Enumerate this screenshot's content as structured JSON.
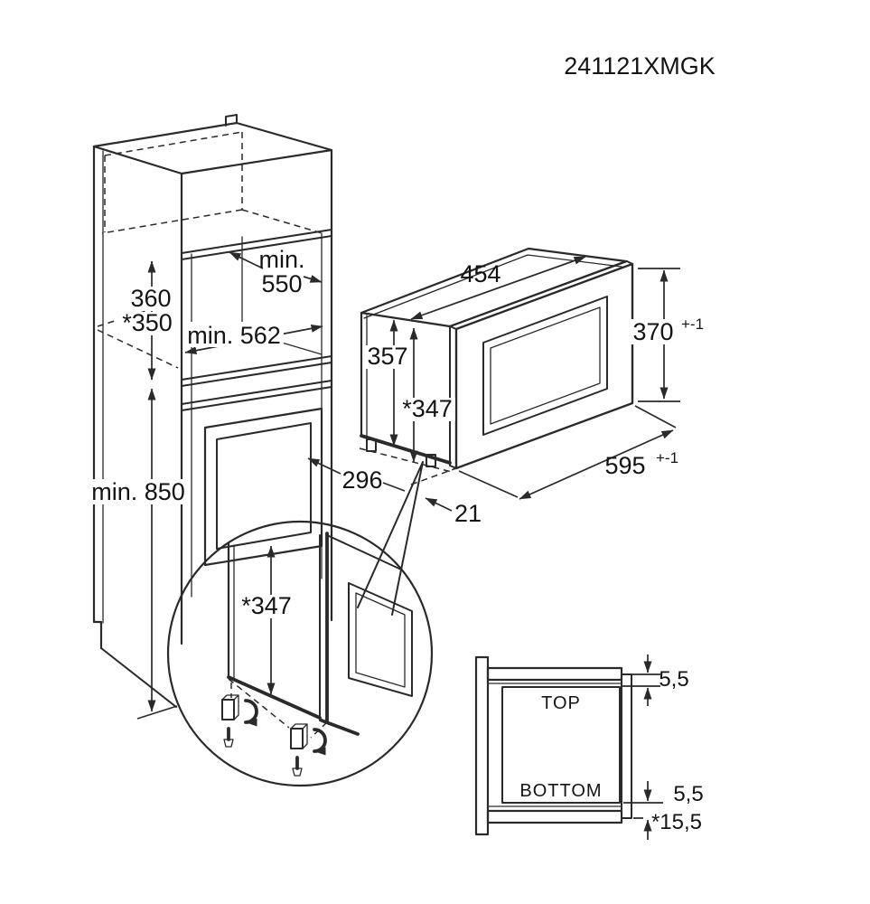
{
  "title": "241121XMGK",
  "cabinet": {
    "niche_width_label": "min.",
    "niche_width_value": "550",
    "niche_depth": "min. 562",
    "niche_height": "360",
    "niche_height_adjusted": "*350",
    "floor_clearance": "min. 850",
    "rear_depth": "296",
    "front_gap": "21"
  },
  "microwave": {
    "body_depth": "454",
    "body_height": "357",
    "body_height_adjusted": "*347",
    "front_height": "370",
    "front_height_tolerance": "+-1",
    "front_width": "595",
    "front_width_tolerance": "+-1"
  },
  "detail": {
    "height_adjusted": "*347"
  },
  "section": {
    "top_label": "TOP",
    "bottom_label": "BOTTOM",
    "top_overlap": "5,5",
    "bottom_overlap": "5,5",
    "bottom_offset": "*15,5"
  },
  "colors": {
    "line": "#2a2a2a",
    "text": "#141414",
    "background": "#ffffff"
  }
}
